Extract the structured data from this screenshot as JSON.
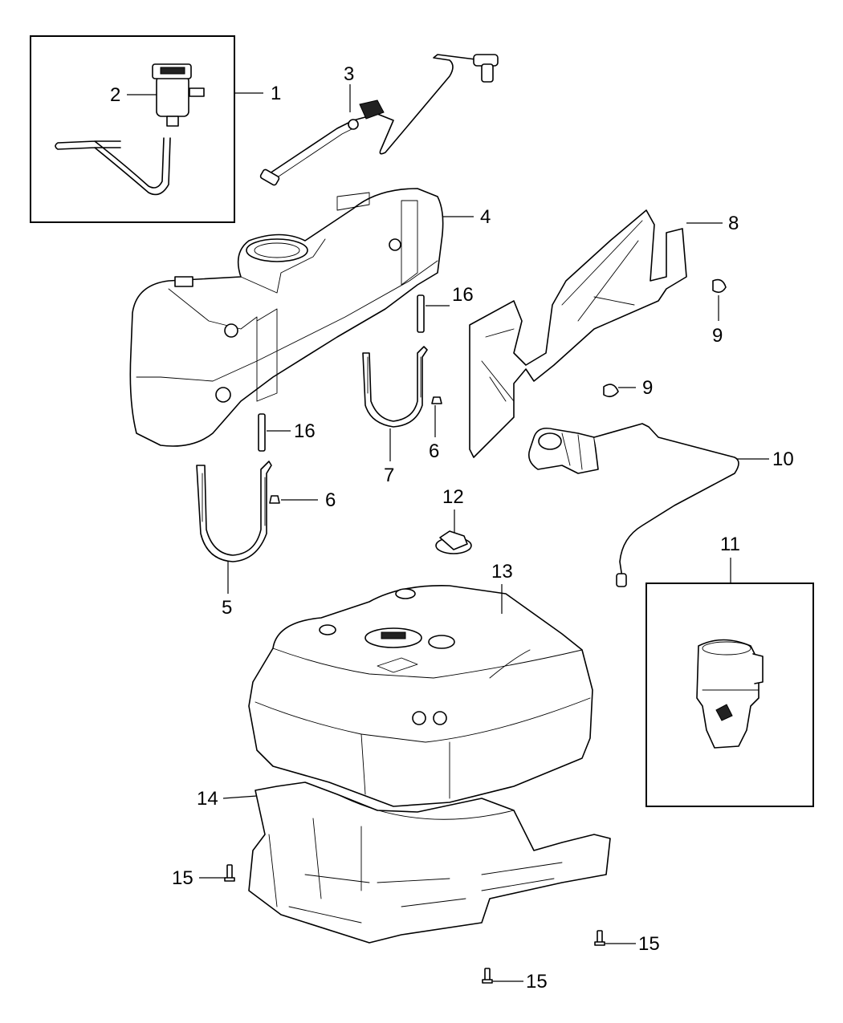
{
  "callouts": {
    "c1": "1",
    "c2": "2",
    "c3": "3",
    "c4": "4",
    "c5": "5",
    "c6a": "6",
    "c6b": "6",
    "c7": "7",
    "c8": "8",
    "c9a": "9",
    "c9b": "9",
    "c10": "10",
    "c11": "11",
    "c12": "12",
    "c13": "13",
    "c14": "14",
    "c15a": "15",
    "c15b": "15",
    "c15c": "15",
    "c16a": "16",
    "c16b": "16"
  }
}
